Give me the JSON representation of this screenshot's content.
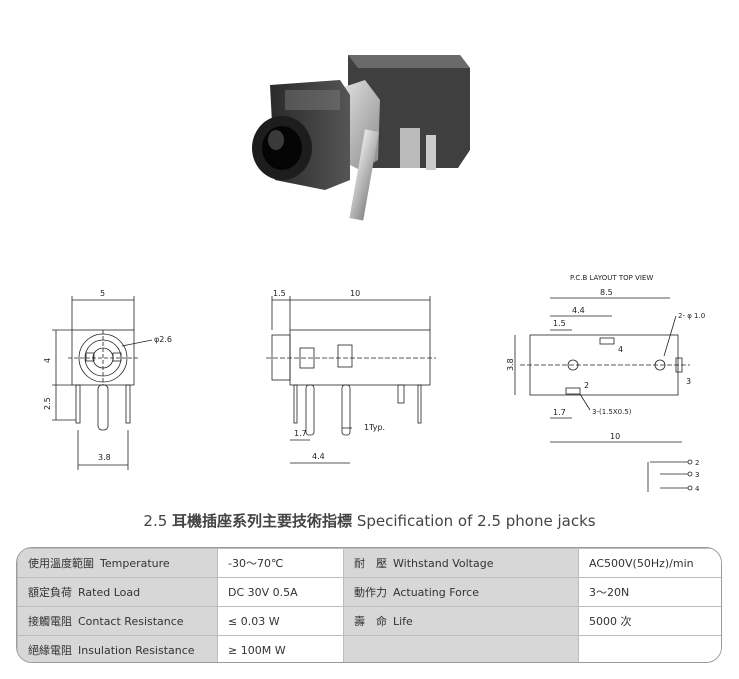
{
  "drawing_labels": {
    "front": {
      "width": "5",
      "height": "4",
      "pin": "2.5",
      "pitch": "3.8",
      "hole": "φ2.6"
    },
    "side": {
      "a": "1.5",
      "b": "10",
      "c": "1.7",
      "d": "4.4",
      "typ": "1Typ."
    },
    "pcb": {
      "title": "P.C.B LAYOUT    TOP VIEW",
      "w": "8.5",
      "a": "4.4",
      "b": "1.5",
      "h": "3.8",
      "c": "1.7",
      "d": "10",
      "holes": "2- φ 1.0",
      "slot": "3-(1.5X0.5)",
      "p2": "2",
      "p3": "3",
      "p4": "4"
    },
    "schematic": {
      "p2": "2",
      "p3": "3",
      "p4": "4"
    }
  },
  "spec": {
    "title_num": "2.5",
    "title_cn": "耳機插座系列主要技術指標",
    "title_en": "Specification of 2.5 phone jacks",
    "rows": [
      {
        "l_cn": "使用溫度範圍",
        "l_en": "Temperature",
        "l_val": "-30～70℃",
        "r_cn": "耐　壓",
        "r_en": "Withstand Voltage",
        "r_val": "AC500V(50Hz)/min"
      },
      {
        "l_cn": "額定負荷",
        "l_en": "Rated Load",
        "l_val": "DC  30V  0.5A",
        "r_cn": "動作力",
        "r_en": "Actuating Force",
        "r_val": "3～20N"
      },
      {
        "l_cn": "接觸電阻",
        "l_en": "Contact Resistance",
        "l_val": "≤ 0.03 W",
        "r_cn": "壽　命",
        "r_en": "Life",
        "r_val": "5000 次"
      },
      {
        "l_cn": "絕緣電阻",
        "l_en": "Insulation Resistance",
        "l_val": "≥ 100M W",
        "r_cn": "",
        "r_en": "",
        "r_val": ""
      }
    ]
  }
}
